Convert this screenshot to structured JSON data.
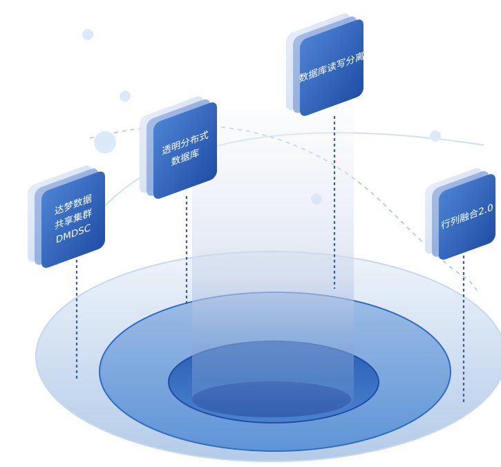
{
  "diagram": {
    "nodes": [
      {
        "id": "dmdsc",
        "lines": [
          "达梦数据",
          "共享集群",
          "DMDSC"
        ]
      },
      {
        "id": "transparent",
        "lines": [
          "透明分布式",
          "数据库"
        ]
      },
      {
        "id": "rwsplit",
        "lines": [
          "数据库读写分离"
        ]
      },
      {
        "id": "htap",
        "lines": [
          "行列融合2.0"
        ]
      }
    ]
  },
  "colors": {
    "card_front": "#2f62b8",
    "card_back": "#b9c8e8",
    "ring_outer": "#b7cde9",
    "ring_middle": "#4f86cc",
    "ring_inner": "#2f63b5",
    "core": "#1e46a0",
    "dash": "#2e5fb0",
    "accent_dot": "#dbe9f8"
  }
}
